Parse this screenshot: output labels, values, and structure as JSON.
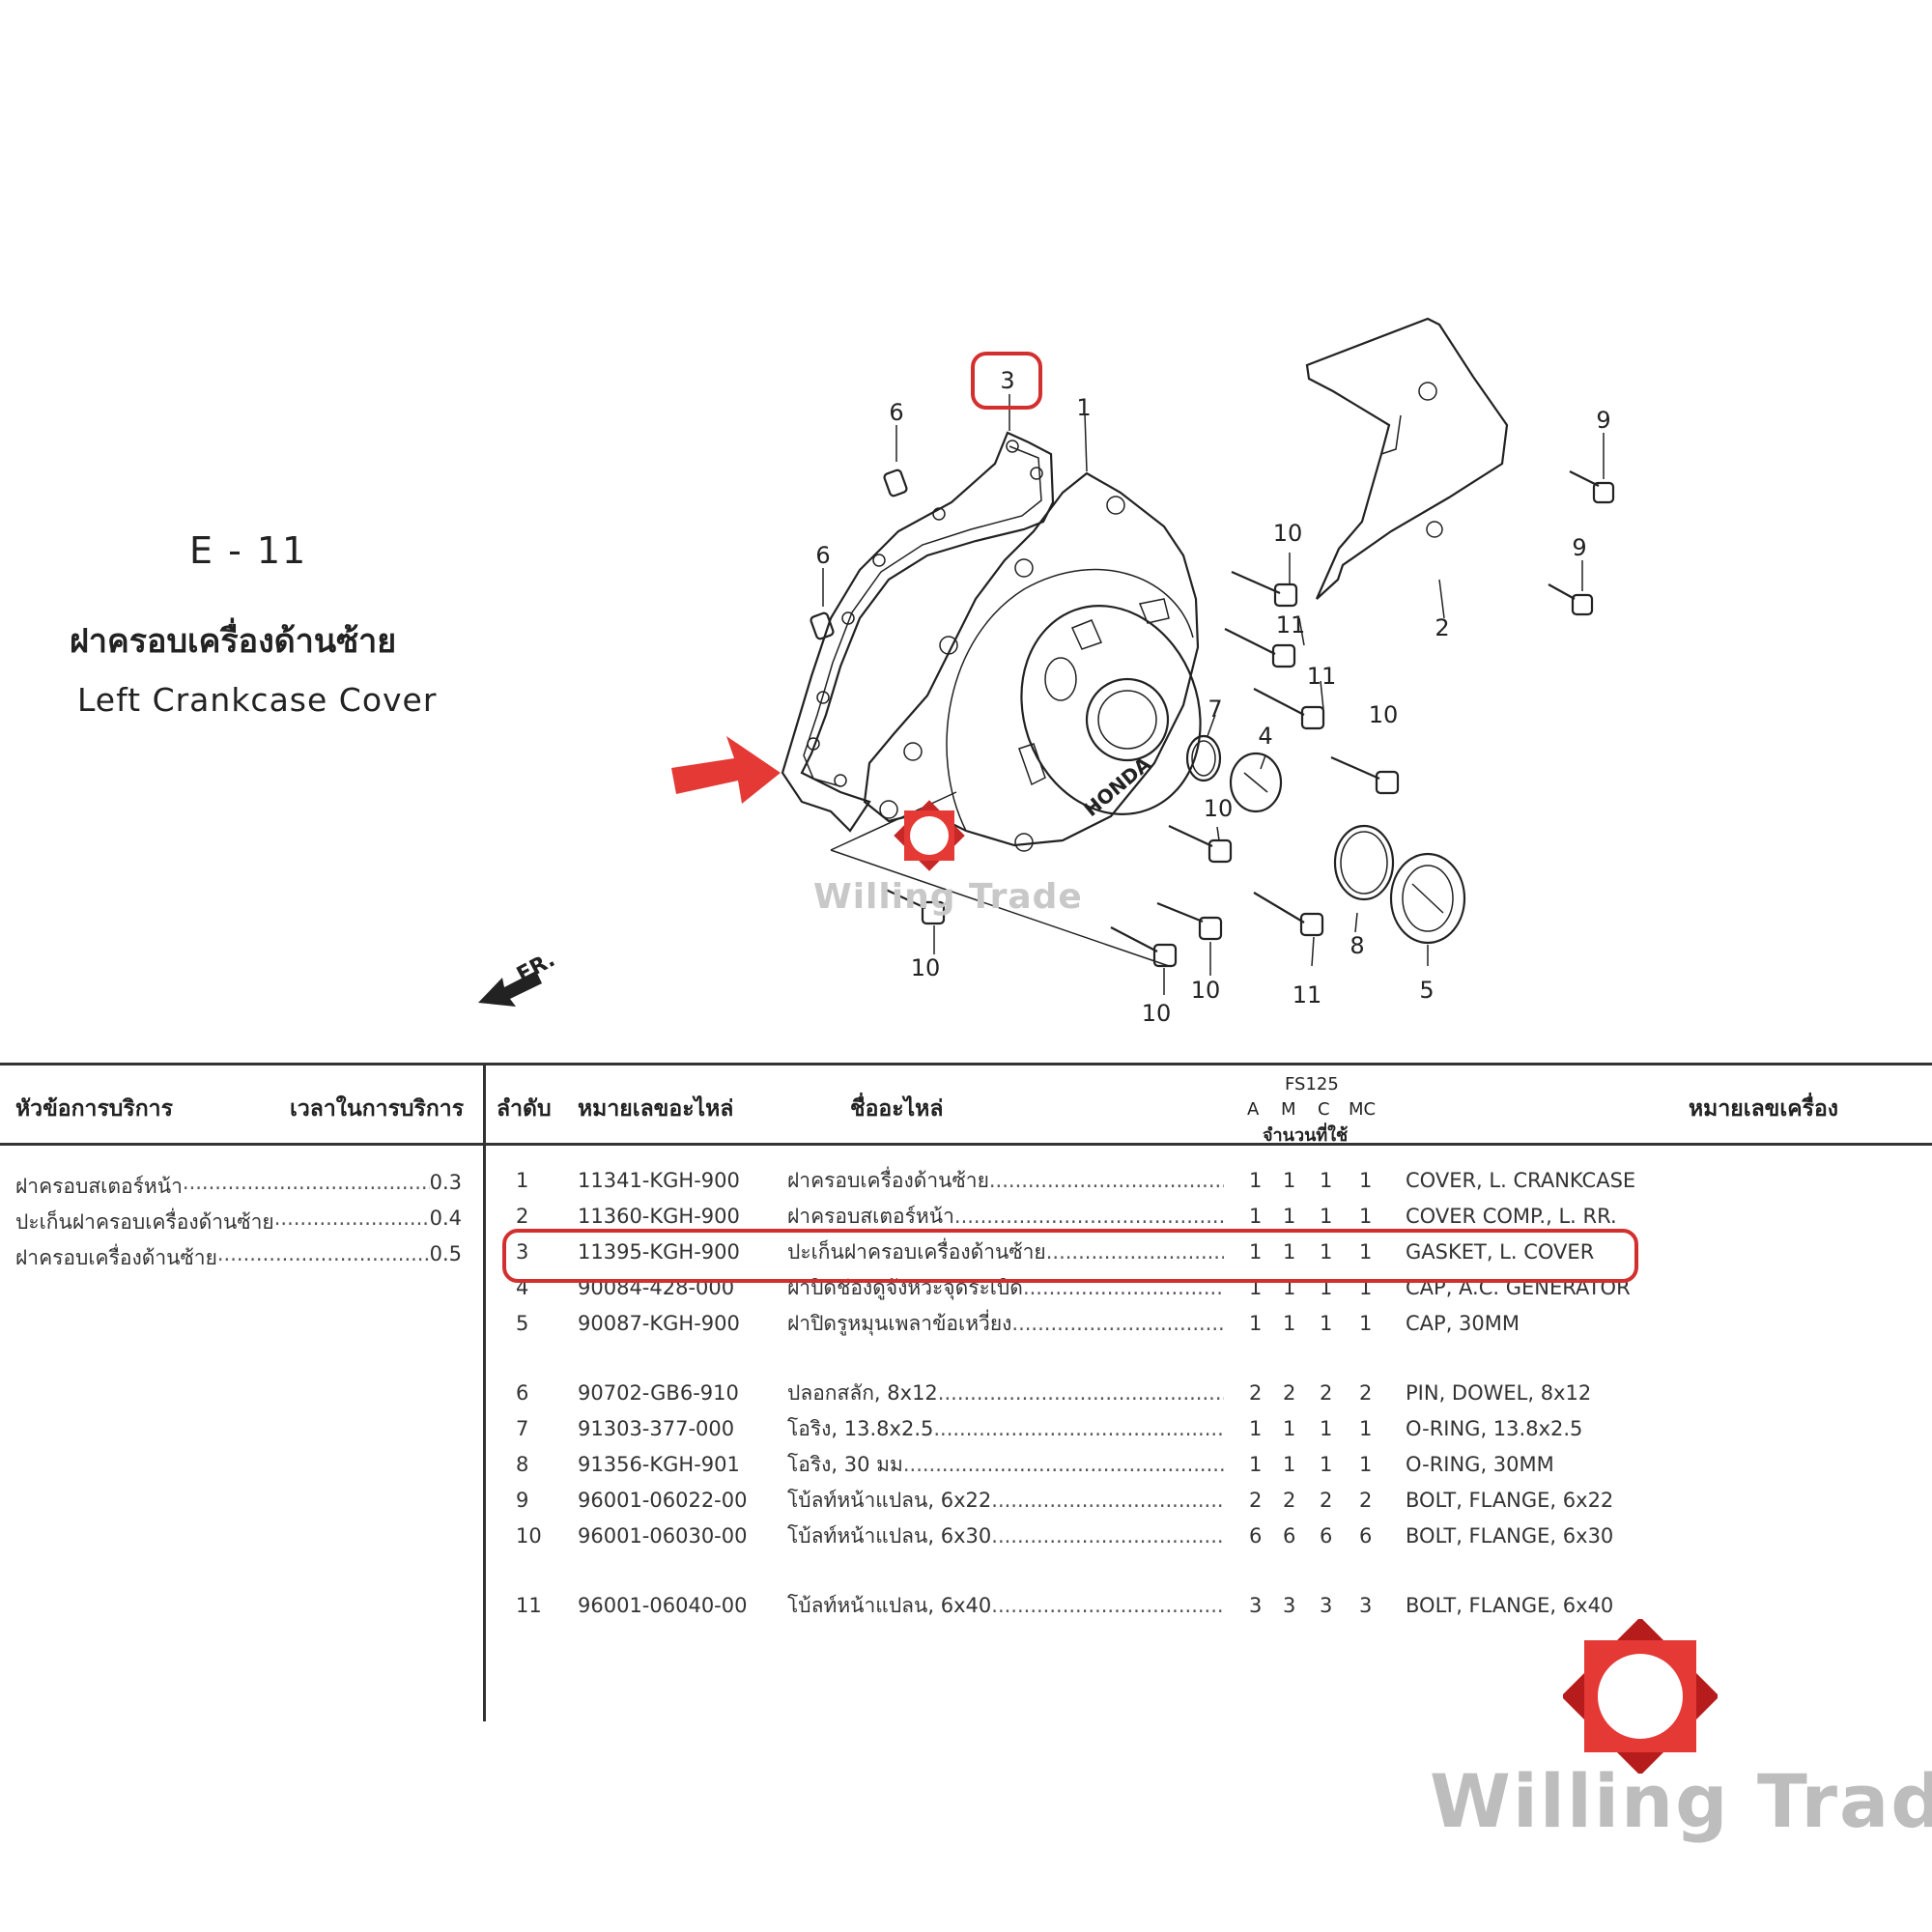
{
  "title": {
    "code": "E - 11",
    "name_th": "ฝาครอบเครื่องด้านซ้าย",
    "name_en": "Left Crankcase Cover"
  },
  "diagram": {
    "direction_label": "FR.",
    "emblem_text": "HONDA",
    "highlighted_callout": "3",
    "callouts": [
      "3",
      "1",
      "6",
      "6",
      "9",
      "9",
      "10",
      "11",
      "11",
      "10",
      "2",
      "7",
      "4",
      "10",
      "8",
      "5",
      "10",
      "10",
      "10",
      "11",
      "10"
    ]
  },
  "watermark": {
    "text": "Willing Trade"
  },
  "logo": {
    "text": "Willing Trade",
    "color": "#c62828"
  },
  "table": {
    "headers": {
      "service_topic": "หัวข้อการบริการ",
      "service_time": "เวลาในการบริการ",
      "no": "ลำดับ",
      "part_number": "หมายเลขอะไหล่",
      "part_name": "ชื่ออะไหล่",
      "model": "FS125",
      "variants": [
        "A",
        "M",
        "C",
        "MC"
      ],
      "qty_label": "จำนวนที่ใช้",
      "engine_number": "หมายเลขเครื่อง"
    },
    "services": [
      {
        "name": "ฝาครอบสเตอร์หน้า",
        "time": "0.3"
      },
      {
        "name": "ปะเก็นฝาครอบเครื่องด้านซ้าย",
        "time": "0.4"
      },
      {
        "name": "ฝาครอบเครื่องด้านซ้าย",
        "time": "0.5"
      }
    ],
    "rows": [
      {
        "no": "1",
        "part": "11341-KGH-900",
        "name_th": "ฝาครอบเครื่องด้านซ้าย",
        "qty": [
          "1",
          "1",
          "1",
          "1"
        ],
        "name_en": "COVER, L. CRANKCASE"
      },
      {
        "no": "2",
        "part": "11360-KGH-900",
        "name_th": "ฝาครอบสเตอร์หน้า",
        "qty": [
          "1",
          "1",
          "1",
          "1"
        ],
        "name_en": "COVER COMP., L. RR."
      },
      {
        "no": "3",
        "part": "11395-KGH-900",
        "name_th": "ปะเก็นฝาครอบเครื่องด้านซ้าย",
        "qty": [
          "1",
          "1",
          "1",
          "1"
        ],
        "name_en": "GASKET, L. COVER"
      },
      {
        "no": "4",
        "part": "90084-428-000",
        "name_th": "ฝาปิดช่องดูจังหวะจุดระเบิด",
        "qty": [
          "1",
          "1",
          "1",
          "1"
        ],
        "name_en": "CAP, A.C. GENERATOR"
      },
      {
        "no": "5",
        "part": "90087-KGH-900",
        "name_th": "ฝาปิดรูหมุนเพลาข้อเหวี่ยง",
        "qty": [
          "1",
          "1",
          "1",
          "1"
        ],
        "name_en": "CAP, 30MM"
      },
      {
        "no": "6",
        "part": "90702-GB6-910",
        "name_th": "ปลอกสลัก, 8x12",
        "qty": [
          "2",
          "2",
          "2",
          "2"
        ],
        "name_en": "PIN, DOWEL, 8x12"
      },
      {
        "no": "7",
        "part": "91303-377-000",
        "name_th": "โอริง, 13.8x2.5",
        "qty": [
          "1",
          "1",
          "1",
          "1"
        ],
        "name_en": "O-RING, 13.8x2.5"
      },
      {
        "no": "8",
        "part": "91356-KGH-901",
        "name_th": "โอริง, 30 มม",
        "qty": [
          "1",
          "1",
          "1",
          "1"
        ],
        "name_en": "O-RING, 30MM"
      },
      {
        "no": "9",
        "part": "96001-06022-00",
        "name_th": "โบ้ลท์หน้าแปลน, 6x22",
        "qty": [
          "2",
          "2",
          "2",
          "2"
        ],
        "name_en": "BOLT, FLANGE, 6x22"
      },
      {
        "no": "10",
        "part": "96001-06030-00",
        "name_th": "โบ้ลท์หน้าแปลน, 6x30",
        "qty": [
          "6",
          "6",
          "6",
          "6"
        ],
        "name_en": "BOLT, FLANGE, 6x30"
      },
      {
        "no": "11",
        "part": "96001-06040-00",
        "name_th": "โบ้ลท์หน้าแปลน, 6x40",
        "qty": [
          "3",
          "3",
          "3",
          "3"
        ],
        "name_en": "BOLT, FLANGE, 6x40"
      }
    ]
  }
}
